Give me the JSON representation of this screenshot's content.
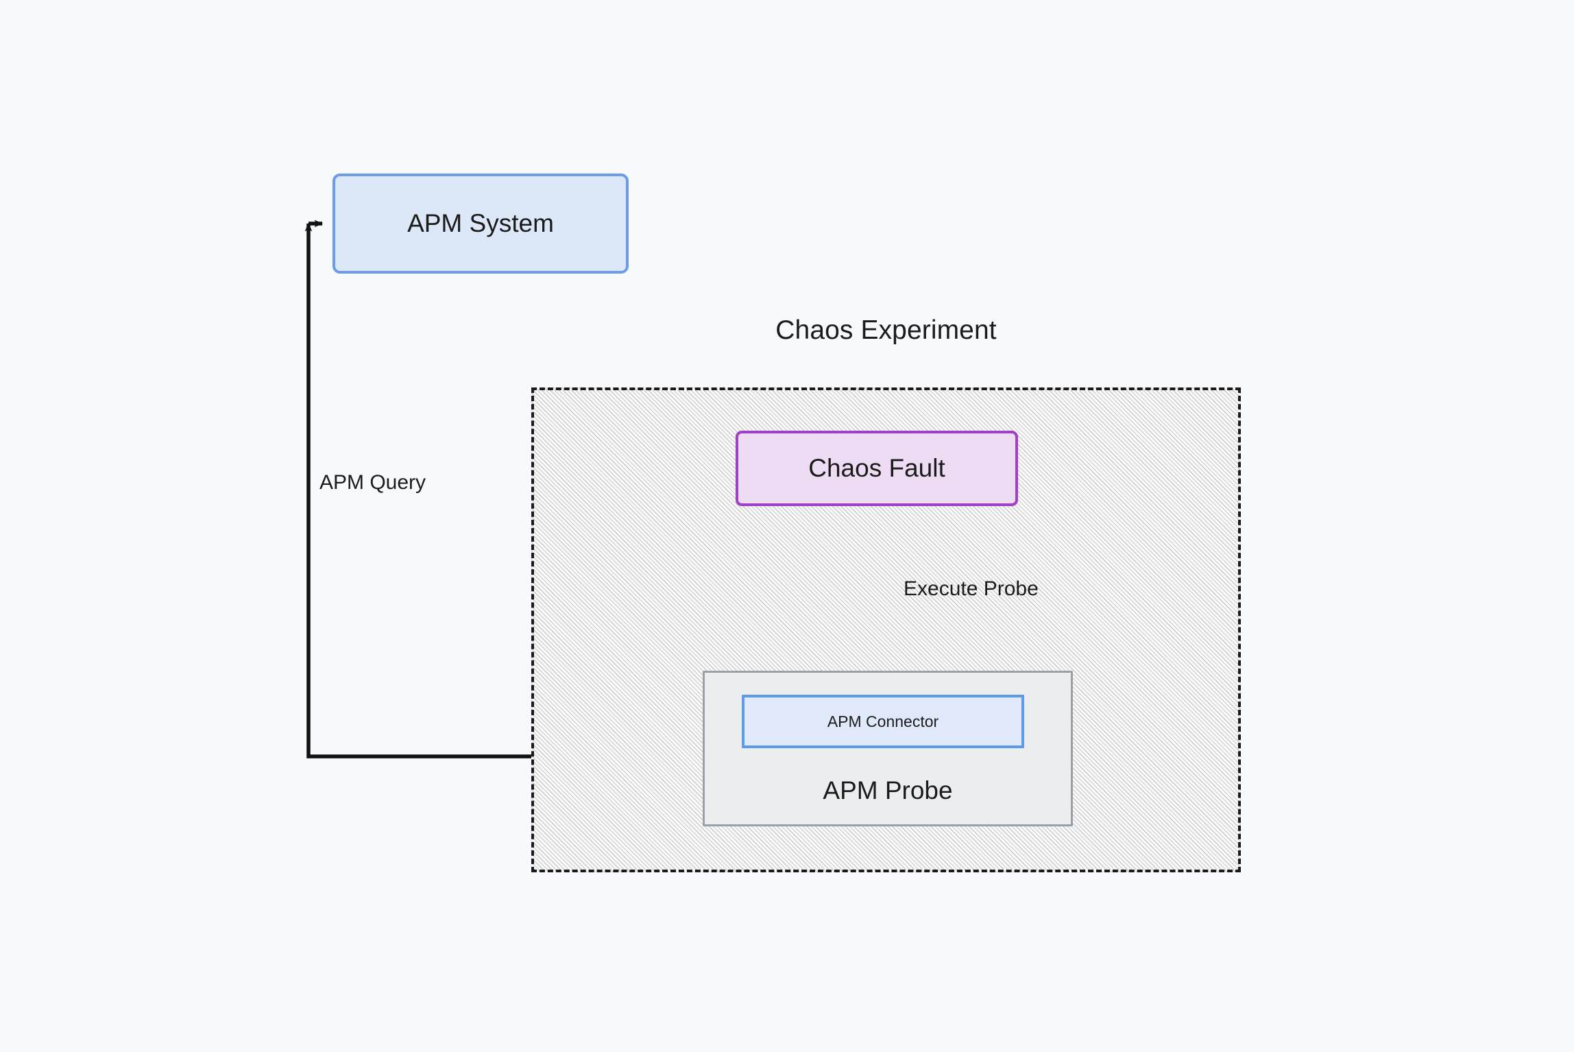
{
  "diagram": {
    "title": "Chaos Experiment",
    "background_color": "#F7F9FC",
    "nodes": {
      "apm_system": {
        "label": "APM System",
        "fill": "#DCE8F8",
        "border": "#6C9BE8"
      },
      "chaos_fault": {
        "label": "Chaos Fault",
        "fill": "#EDDCF3",
        "border": "#A13FC8"
      },
      "apm_probe": {
        "label": "APM Probe",
        "fill": "#ECEDEF",
        "border": "#9AA0A8"
      },
      "apm_connector": {
        "label": "APM Connector",
        "fill": "#DFE9FA",
        "border": "#5F9AE6"
      }
    },
    "group": {
      "label": "Chaos Experiment",
      "border_style": "dashed",
      "border_color": "#1A1A1A",
      "fill_pattern": "diagonal-hatch"
    },
    "edges": [
      {
        "id": "execute-probe",
        "label": "Execute Probe",
        "from": "chaos_fault",
        "to": "apm_probe",
        "arrow": "down"
      },
      {
        "id": "apm-query",
        "label": "APM Query",
        "from": "apm_probe",
        "to": "apm_system",
        "arrow": "right"
      }
    ]
  }
}
